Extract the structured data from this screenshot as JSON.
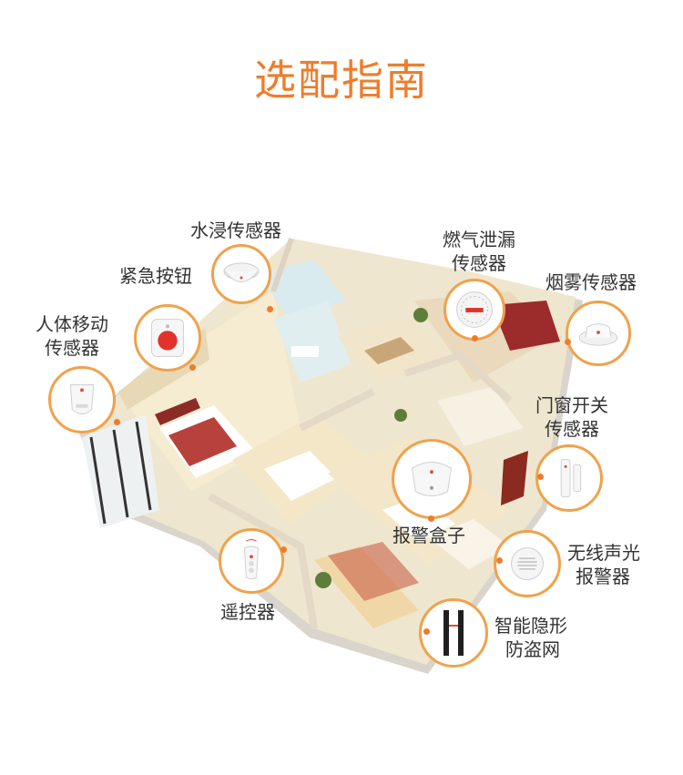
{
  "title": "选配指南",
  "colors": {
    "accent": "#ef7c2a",
    "ring": "#f0a24b"
  },
  "devices": {
    "water_sensor": {
      "label": "水浸传感器",
      "icon": "water-leak-sensor-icon"
    },
    "panic_button": {
      "label": "紧急按钮",
      "icon": "panic-button-icon"
    },
    "motion_sensor": {
      "label_lines": [
        "人体移动",
        "传感器"
      ],
      "icon": "pir-motion-sensor-icon"
    },
    "gas_sensor": {
      "label_lines": [
        "燃气泄漏",
        "传感器"
      ],
      "icon": "gas-detector-icon"
    },
    "smoke_sensor": {
      "label": "烟雾传感器",
      "icon": "smoke-detector-icon"
    },
    "door_sensor": {
      "label_lines": [
        "门窗开关",
        "传感器"
      ],
      "icon": "door-window-sensor-icon"
    },
    "alarm_box": {
      "label": "报警盒子",
      "icon": "alarm-hub-icon"
    },
    "siren": {
      "label_lines": [
        "无线声光",
        "报警器"
      ],
      "icon": "siren-icon"
    },
    "remote": {
      "label": "遥控器",
      "icon": "remote-control-icon"
    },
    "barrier": {
      "label_lines": [
        "智能隐形",
        "防盗网"
      ],
      "icon": "invisible-barrier-icon"
    }
  }
}
